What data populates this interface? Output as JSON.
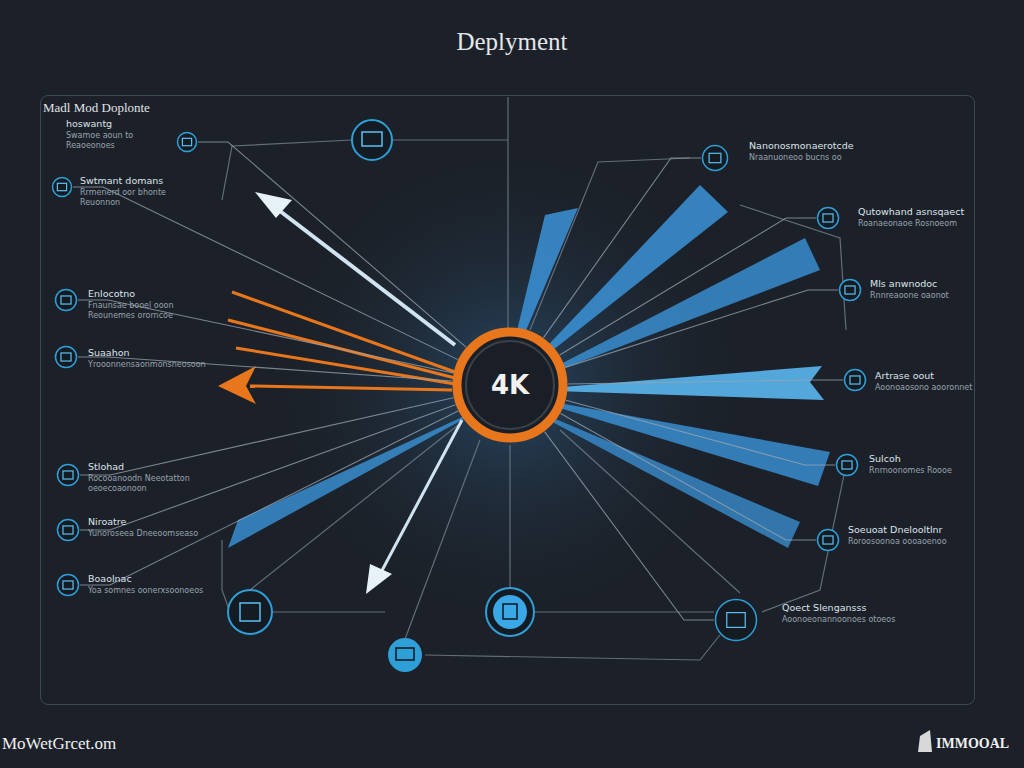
{
  "diagram": {
    "title": "Deplyment",
    "nodes": [
      {
        "text": [
          "Madl Mod Doplonte"
        ]
      },
      {
        "text": [
          "4K"
        ],
        "in": 0
      },
      {
        "text": [
          "hoswantg",
          "Swamoe aoun to Reaoeonoes"
        ],
        "in": 0
      },
      {
        "text": [
          "Swtmant domans",
          "Rrmenerd oor bhonte Reuonnon"
        ],
        "in": 0
      },
      {
        "text": [
          "Enlocotno",
          "Fnaunsae booel ooon Reounemes ororncoe"
        ],
        "in": 0
      },
      {
        "text": [
          "Suaahon",
          "Yrooonnensaonmonsneosoon"
        ],
        "in": 0
      },
      {
        "text": [
          "Stlohad",
          "Rocooanoodn Neeotatton oeoecoaonoon"
        ],
        "in": 0
      },
      {
        "text": [
          "Niroatre",
          "Yunoroseea Dneeoomseaso"
        ],
        "in": 0
      },
      {
        "text": [
          "Boaolnac",
          "Yoa somnes oonerxsoonoeos"
        ],
        "in": 0
      },
      {
        "text": [
          "Nanonosmonaerotcde",
          "Nraanuoneoo bucns oo"
        ],
        "in": 0
      },
      {
        "text": [
          "Qutowhand asnsqaect",
          "Roanaeonaoe Rosnoeom"
        ],
        "in": 0
      },
      {
        "text": [
          "Mls anwnodoc",
          "Rnnreaoone oaonot"
        ],
        "in": 0
      },
      {
        "text": [
          "Artrase oout",
          "Aoonoaosono aooronnet"
        ],
        "in": 0
      },
      {
        "text": [
          "Sulcoh",
          "Rnrnoonomes Roooe"
        ],
        "in": 0
      },
      {
        "text": [
          "Soeuoat Dnelooltlnr",
          "Roroosoonoa oooaoenoo"
        ],
        "in": 0
      },
      {
        "text": [
          "Qoect Slengansss",
          "Aoonoeonannoonoes otoeos"
        ],
        "in": 0
      }
    ],
    "edges": [
      {
        "from": 2,
        "to": 1,
        "arrow": "none"
      },
      {
        "from": 3,
        "to": 1,
        "arrow": "none"
      },
      {
        "from": 4,
        "to": 1,
        "arrow": "none"
      },
      {
        "from": 5,
        "to": 1,
        "arrow": "none"
      },
      {
        "from": 6,
        "to": 1,
        "arrow": "none"
      },
      {
        "from": 7,
        "to": 1,
        "arrow": "none"
      },
      {
        "from": 8,
        "to": 1,
        "arrow": "none"
      },
      {
        "from": 9,
        "to": 1,
        "arrow": "none"
      },
      {
        "from": 10,
        "to": 1,
        "arrow": "none"
      },
      {
        "from": 11,
        "to": 1,
        "arrow": "none"
      },
      {
        "from": 12,
        "to": 1,
        "arrow": "none"
      },
      {
        "from": 13,
        "to": 1,
        "arrow": "none"
      },
      {
        "from": 14,
        "to": 1,
        "arrow": "none"
      },
      {
        "from": 15,
        "to": 1,
        "arrow": "none"
      }
    ],
    "labels": [
      "MoWetGrcet.om",
      "IMMOOAL"
    ]
  }
}
